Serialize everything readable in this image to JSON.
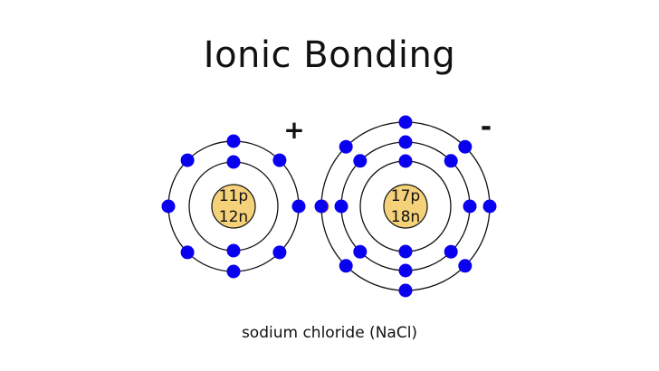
{
  "title": "Ionic Bonding",
  "caption": "sodium chloride (NaCl)",
  "colors": {
    "electron": "#0a00f0",
    "transferred_electron": "#ff8c1a",
    "nucleus_fill": "#f5d27a",
    "orbit": "#111111",
    "text": "#111111"
  },
  "sodium": {
    "protons_label": "11p",
    "neutrons_label": "12n",
    "charge_sign": "+",
    "shells": [
      2,
      8,
      0
    ]
  },
  "chlorine": {
    "protons_label": "17p",
    "neutrons_label": "18n",
    "charge_sign": "-",
    "shells": [
      2,
      8,
      8
    ]
  }
}
